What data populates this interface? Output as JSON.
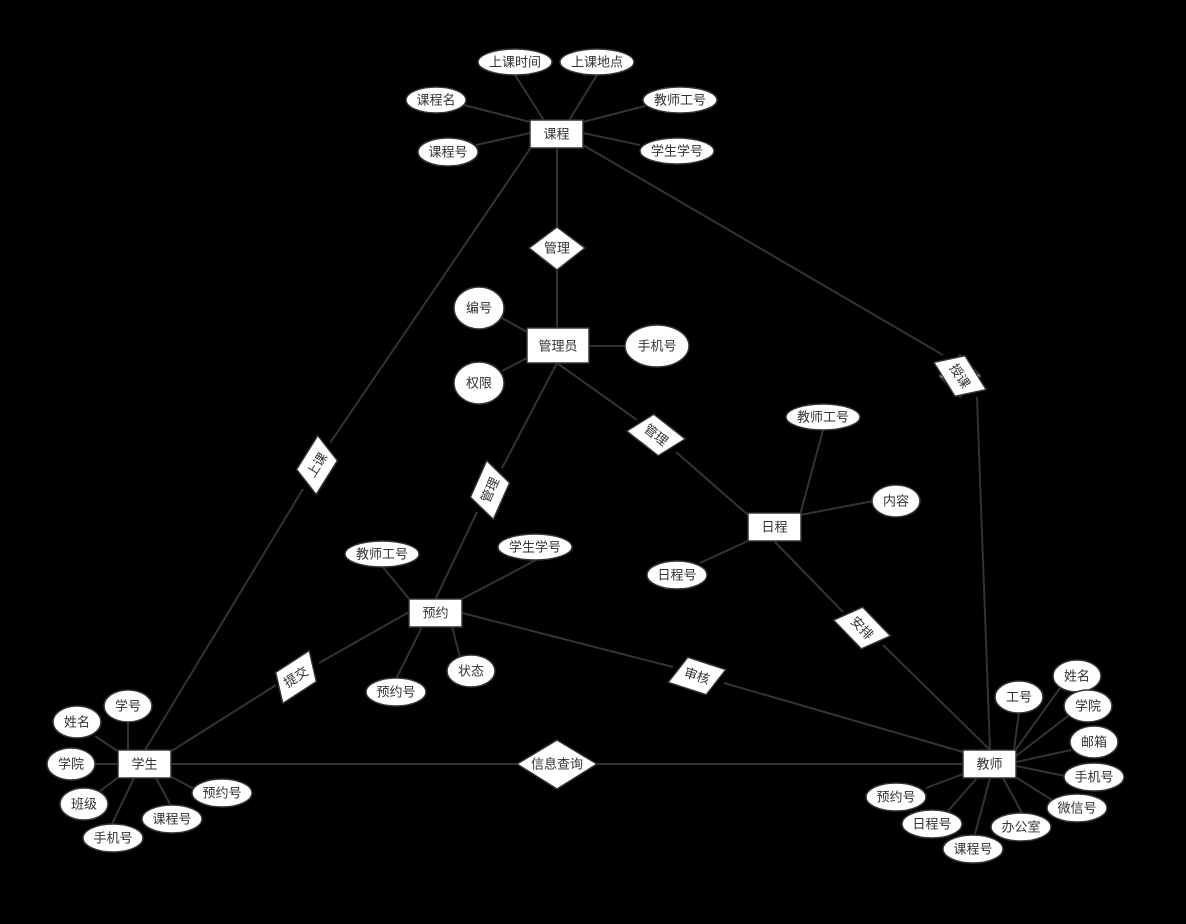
{
  "entities": {
    "course": "课程",
    "admin": "管理员",
    "schedule": "日程",
    "appointment": "预约",
    "student": "学生",
    "teacher": "教师"
  },
  "relationships": {
    "manage_course": "管理",
    "teach": "授课",
    "attend": "上课",
    "manage_schedule": "管理",
    "manage_appointment": "管理",
    "arrange": "安排",
    "submit": "提交",
    "review": "审核",
    "info_query": "信息查询"
  },
  "attributes": {
    "course": [
      "上课时间",
      "上课地点",
      "课程名",
      "教师工号",
      "课程号",
      "学生学号"
    ],
    "admin": [
      "编号",
      "手机号",
      "权限"
    ],
    "schedule": [
      "教师工号",
      "内容",
      "日程号"
    ],
    "appointment": [
      "教师工号",
      "学生学号",
      "预约号",
      "状态"
    ],
    "student": [
      "学号",
      "姓名",
      "学院",
      "班级",
      "手机号",
      "课程号",
      "预约号"
    ],
    "teacher": [
      "姓名",
      "工号",
      "学院",
      "邮箱",
      "手机号",
      "微信号",
      "办公室",
      "课程号",
      "日程号",
      "预约号"
    ]
  }
}
